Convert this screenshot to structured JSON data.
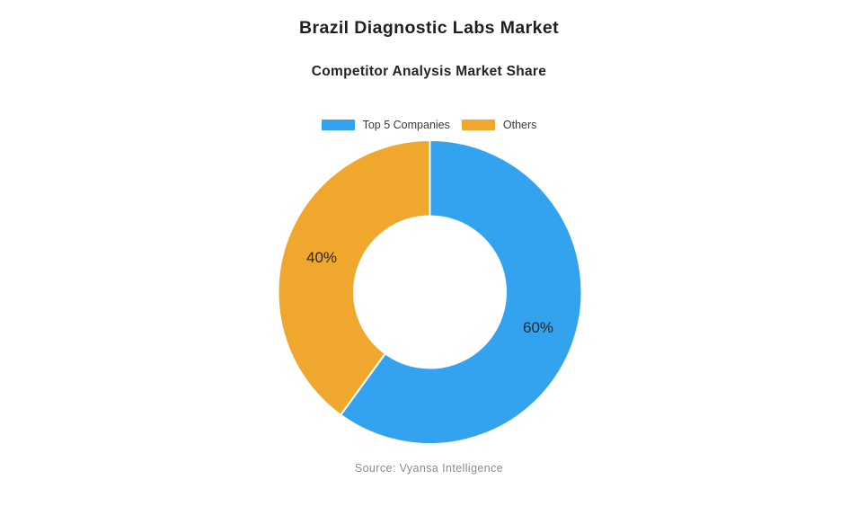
{
  "page": {
    "title": "Brazil Diagnostic Labs Market",
    "subtitle": "Competitor Analysis Market Share",
    "source": "Source: Vyansa Intelligence",
    "background_color": "#ffffff"
  },
  "chart_data": {
    "type": "pie",
    "subtype": "donut",
    "title": "Brazil Diagnostic Labs Market",
    "subtitle": "Competitor Analysis Market Share",
    "legend_position": "top",
    "start_angle": "top",
    "direction": "clockwise",
    "inner_radius_ratio": 0.5,
    "categories": [
      "Top 5 Companies",
      "Others"
    ],
    "values": [
      60,
      40
    ],
    "slices": [
      {
        "label": "Top 5 Companies",
        "value": 60,
        "display": "60%",
        "color": "#33A3EF"
      },
      {
        "label": "Others",
        "value": 40,
        "display": "40%",
        "color": "#F0A72E"
      }
    ],
    "slice_border_color": "#ffffff",
    "value_label_color": "#262626",
    "source": "Source: Vyansa Intelligence"
  }
}
